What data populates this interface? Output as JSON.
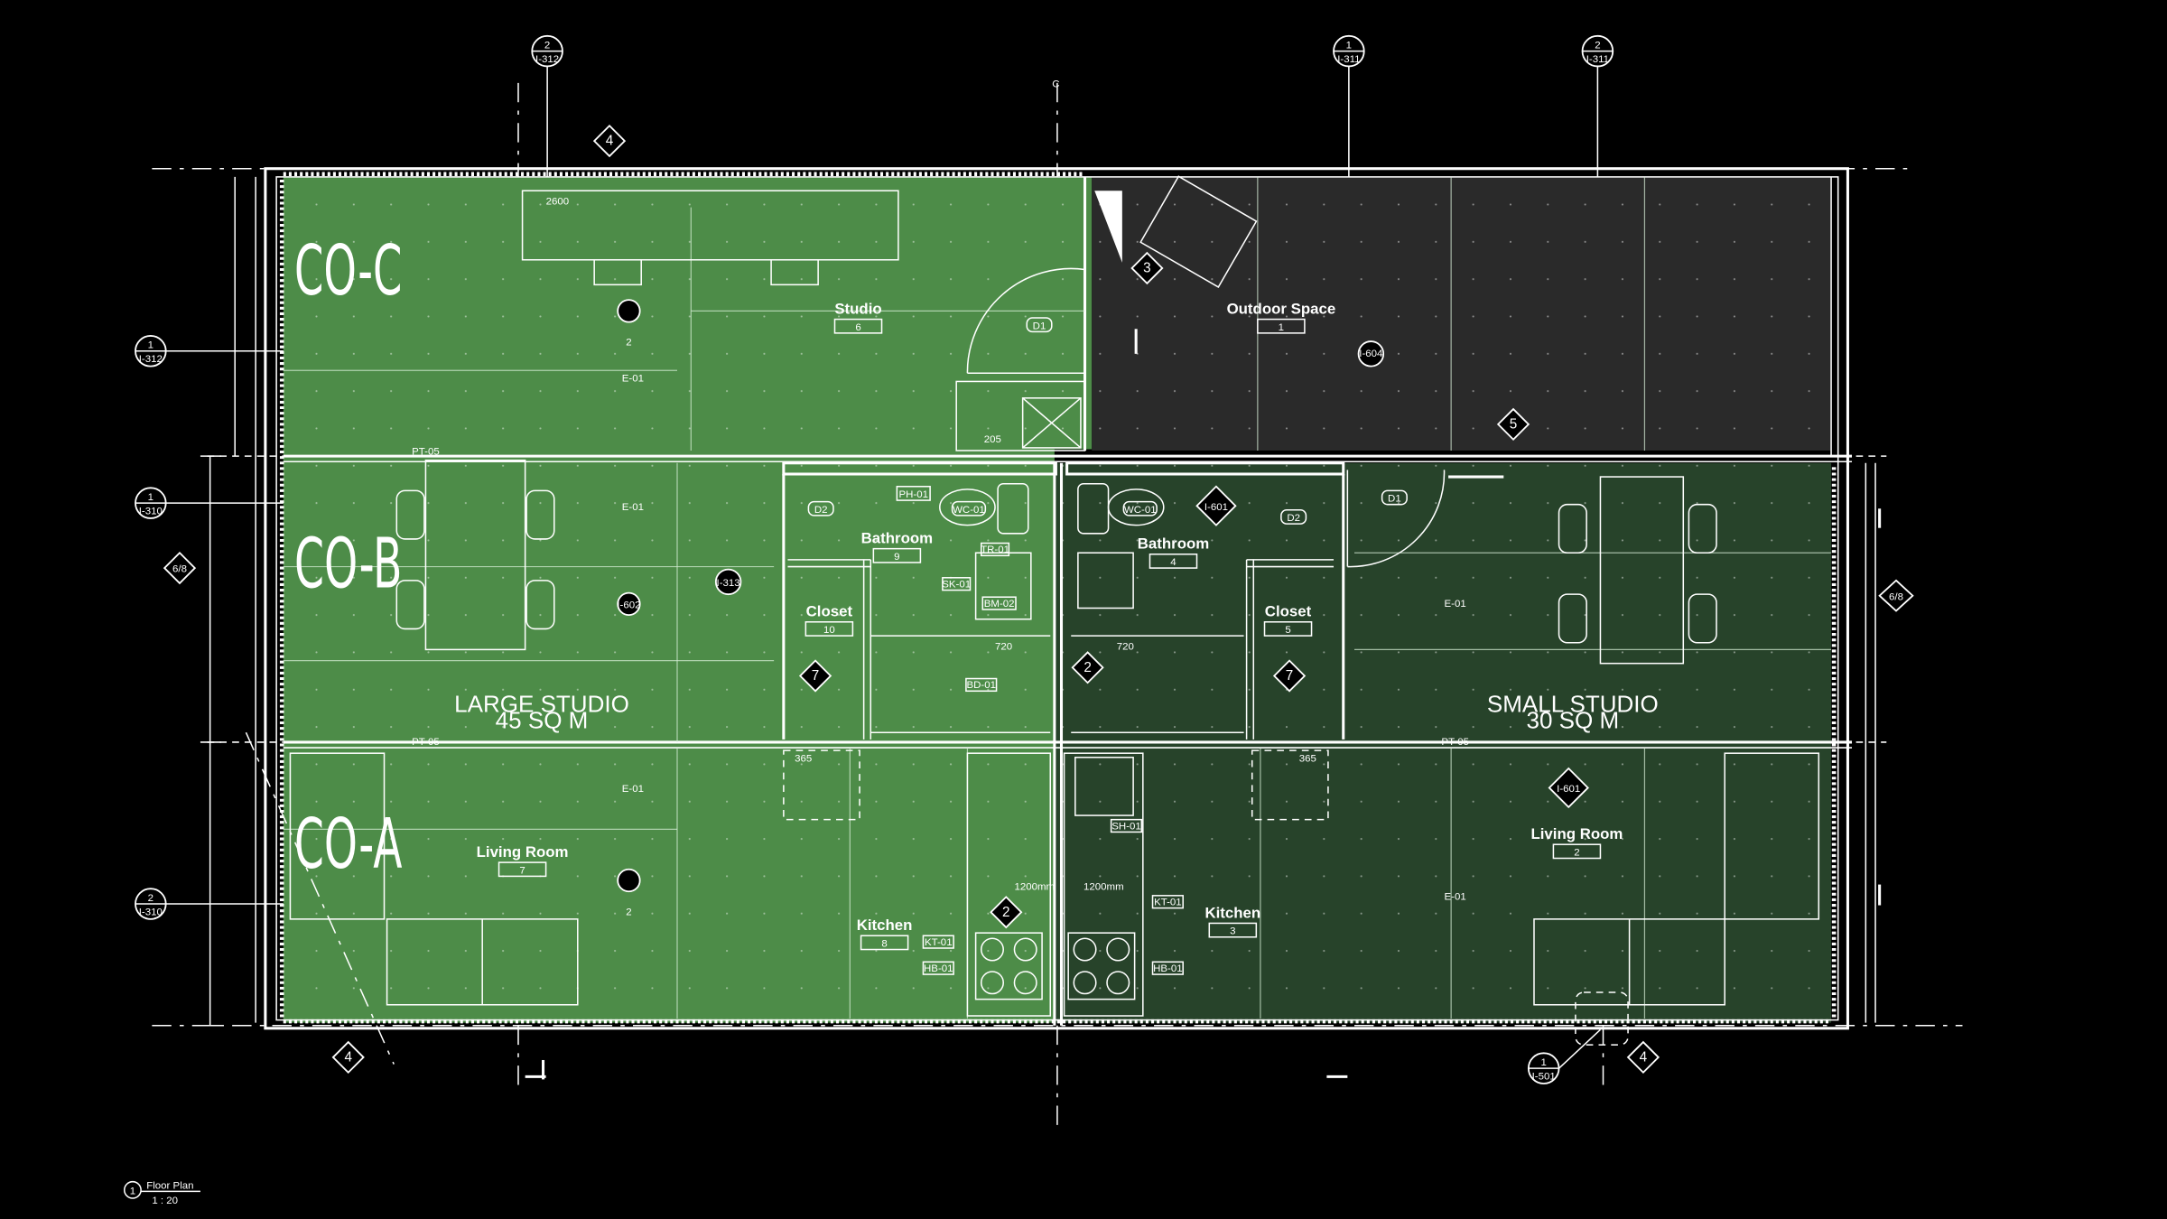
{
  "plan": {
    "colors": {
      "large_unit": "#4d8c48",
      "small_unit": "#27432a",
      "outdoor": "#2a2a2a",
      "background": "#000000",
      "lines": "#ffffff"
    },
    "units": [
      "CO-C",
      "CO-B",
      "CO-A"
    ],
    "studios": {
      "large": {
        "name": "LARGE STUDIO",
        "area": "45 SQ M"
      },
      "small": {
        "name": "SMALL STUDIO",
        "area": "30 SQ M"
      }
    },
    "rooms": [
      {
        "name": "Studio",
        "number": "6"
      },
      {
        "name": "Outdoor Space",
        "number": "1"
      },
      {
        "name": "Bathroom",
        "number": "9"
      },
      {
        "name": "Bathroom",
        "number": "4"
      },
      {
        "name": "Closet",
        "number": "10"
      },
      {
        "name": "Closet",
        "number": "5"
      },
      {
        "name": "Living Room",
        "number": "7"
      },
      {
        "name": "Living Room",
        "number": "2"
      },
      {
        "name": "Kitchen",
        "number": "8"
      },
      {
        "name": "Kitchen",
        "number": "3"
      }
    ],
    "tags": {
      "door": "D1",
      "door2": "D2",
      "wc": "WC-01",
      "ph": "PH-01",
      "tr": "TR-01",
      "sk": "SK-01",
      "bm": "BM-02",
      "bd": "BD-01",
      "kt": "KT-01",
      "hb": "HB-01",
      "sh": "SH-01",
      "e01": "E-01",
      "pt05": "PT-05",
      "dim": "1200mm",
      "d365": "365",
      "d720": "720",
      "d2600": "2600",
      "d205": "205"
    },
    "section_marks": {
      "top_left": {
        "num": "2",
        "sheet": "I-312"
      },
      "top_mid": {
        "num": "1",
        "sheet": "I-311"
      },
      "top_right": {
        "num": "2",
        "sheet": "I-311"
      },
      "left_top": {
        "num": "1",
        "sheet": "I-312"
      },
      "left_mid": {
        "num": "1",
        "sheet": "I-310"
      },
      "left_bot": {
        "num": "2",
        "sheet": "I-310"
      },
      "bottom": {
        "num": "1",
        "sheet": "I-501"
      },
      "i313": "I-313",
      "i601": "I-601",
      "i602": "I-602",
      "i604": "I-604"
    },
    "grid_tags": {
      "g4": "4",
      "g3": "3",
      "g5": "5",
      "g2": "2",
      "g7": "7",
      "g68": "6/8",
      "cl": "C"
    },
    "title_block": {
      "num": "1",
      "title": "Floor Plan",
      "scale": "1 : 20"
    }
  }
}
